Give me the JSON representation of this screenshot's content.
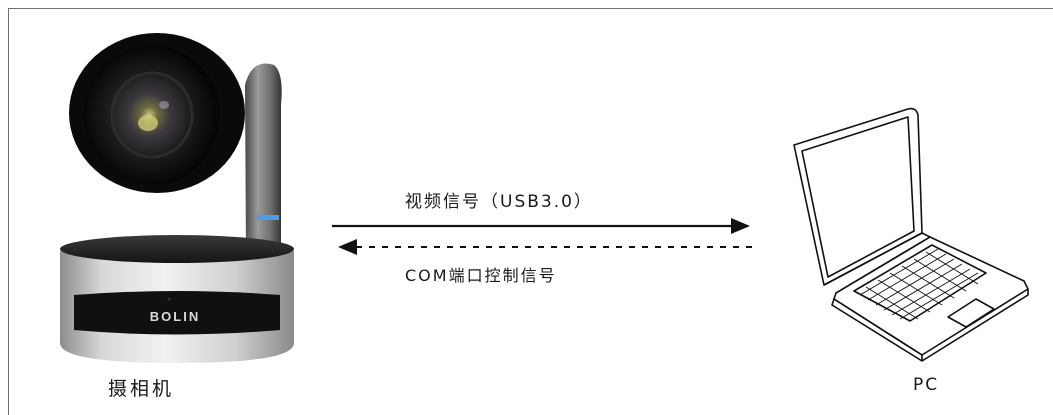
{
  "diagram": {
    "camera_label": "摄相机",
    "pc_label": "PC",
    "video_signal_label": "视频信号（USB3.0）",
    "com_signal_label": "COM端口控制信号",
    "camera_brand": "BOLIN"
  }
}
